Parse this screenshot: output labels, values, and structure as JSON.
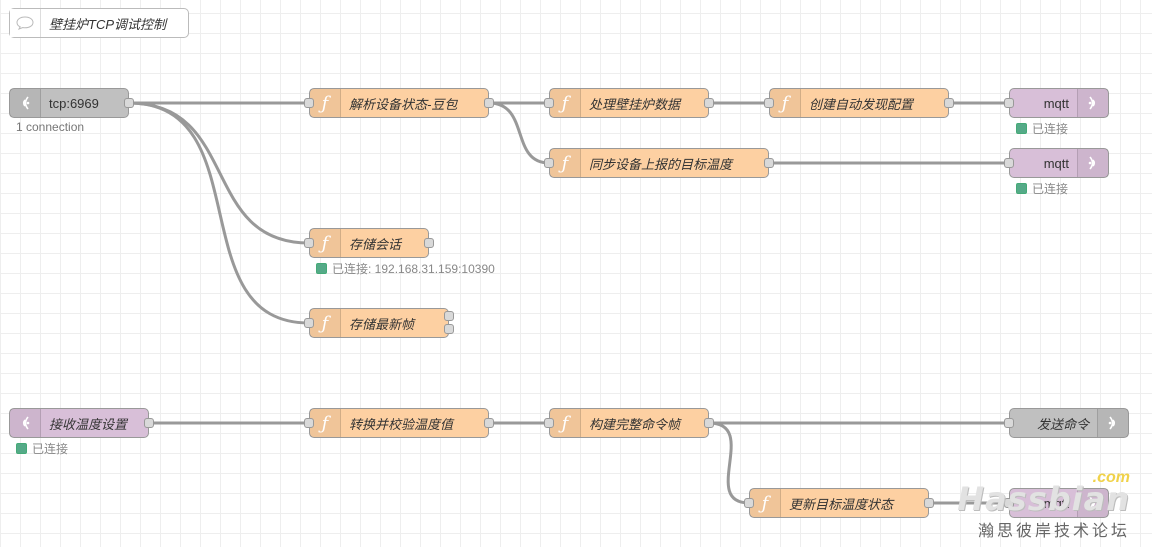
{
  "comment": {
    "text": "壁挂炉TCP调试控制",
    "icon": "speech-bubble-icon"
  },
  "nodes": {
    "tcp_in": {
      "label": "tcp:6969",
      "note": "1 connection"
    },
    "parse_status": {
      "label": "解析设备状态-豆包"
    },
    "process_boiler": {
      "label": "处理壁挂炉数据"
    },
    "create_discovery": {
      "label": "创建自动发现配置"
    },
    "mqtt_out_1": {
      "label": "mqtt",
      "status": "已连接"
    },
    "sync_target_temp": {
      "label": "同步设备上报的目标温度"
    },
    "mqtt_out_2": {
      "label": "mqtt",
      "status": "已连接"
    },
    "store_session": {
      "label": "存储会话",
      "status": "已连接: 192.168.31.159:10390"
    },
    "store_latest_frame": {
      "label": "存储最新帧"
    },
    "mqtt_in_temp": {
      "label": "接收温度设置",
      "status": "已连接"
    },
    "convert_validate": {
      "label": "转换并校验温度值"
    },
    "build_command": {
      "label": "构建完整命令帧"
    },
    "send_command": {
      "label": "发送命令"
    },
    "update_target_state": {
      "label": "更新目标温度状态"
    },
    "mqtt_out_3": {
      "label": "mqtt"
    }
  },
  "function_icon": "ƒ",
  "colors": {
    "function": "#fdd0a2",
    "mqtt": "#d8bfd8",
    "tcp": "#c0c0c0",
    "wire": "#999999",
    "status_connected": "#55aa88"
  },
  "watermark": {
    "brand": "Hassbian",
    "domain": ".com",
    "forum": "瀚思彼岸技术论坛"
  }
}
